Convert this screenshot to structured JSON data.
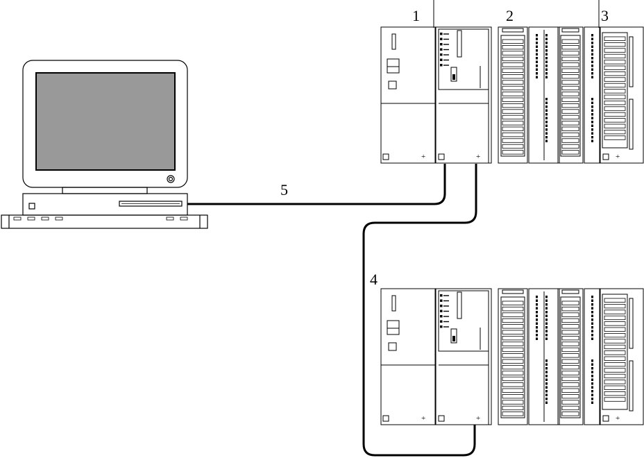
{
  "callouts": {
    "c1": "1",
    "c2": "2",
    "c3": "3",
    "c4": "4",
    "c5": "5"
  },
  "colors": {
    "line": "#000000",
    "screen": "#999999",
    "cable": "#000000"
  }
}
